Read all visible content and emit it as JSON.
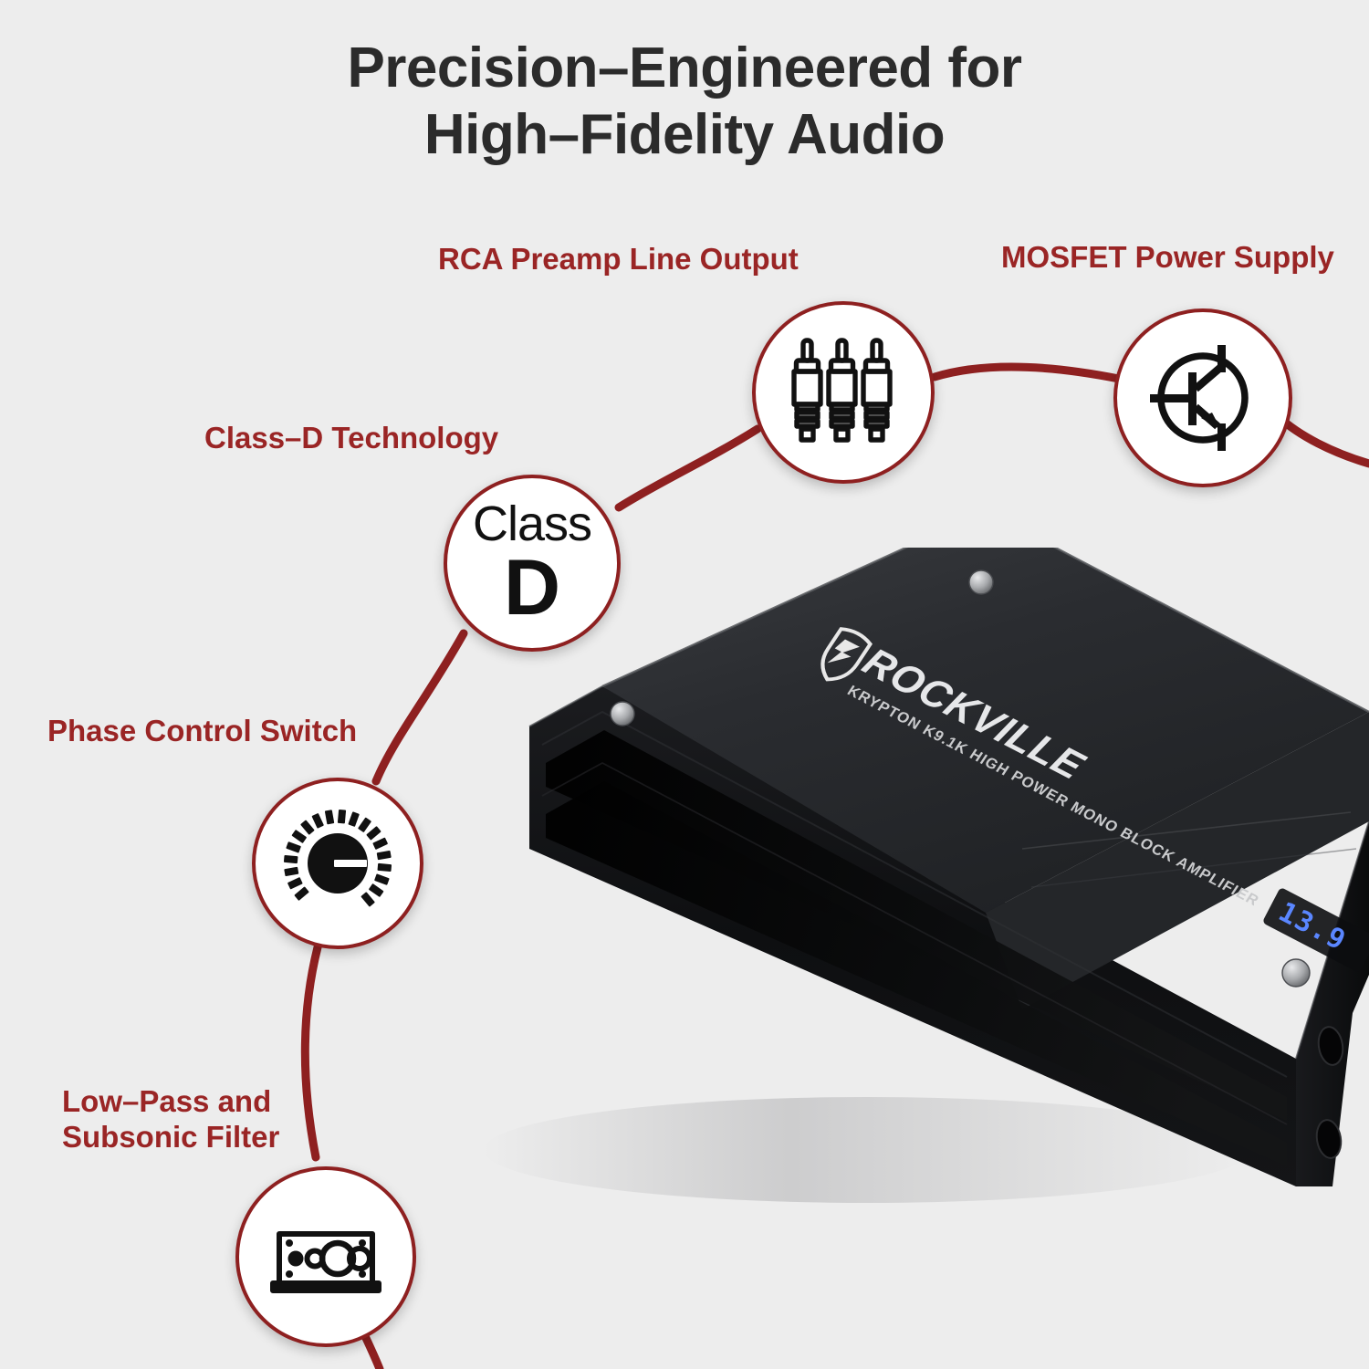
{
  "page": {
    "background_color": "#ededed",
    "accent_color": "#8e2020",
    "label_color": "#9a2525",
    "title_color": "#2b2b2b"
  },
  "title": {
    "line1": "Precision–Engineered for",
    "line2": "High–Fidelity Audio"
  },
  "features": [
    {
      "id": "rca",
      "label": "RCA Preamp Line Output",
      "icon": "rca-connectors-icon"
    },
    {
      "id": "mosfet",
      "label": "MOSFET Power Supply",
      "icon": "transistor-icon"
    },
    {
      "id": "classd",
      "label": "Class–D Technology",
      "icon": "class-d-text-icon",
      "badge_top": "Class",
      "badge_bottom": "D"
    },
    {
      "id": "phase",
      "label": "Phase Control Switch",
      "icon": "rotary-knob-icon"
    },
    {
      "id": "filter",
      "label": "Low–Pass and\nSubsonic Filter",
      "icon": "amplifier-panel-icon"
    }
  ],
  "product": {
    "brand": "ROCKVILLE",
    "model_line": "KRYPTON K9.1K HIGH POWER MONO BLOCK AMPLIFIER",
    "led_display": "13.9",
    "body_color": "#151515"
  }
}
